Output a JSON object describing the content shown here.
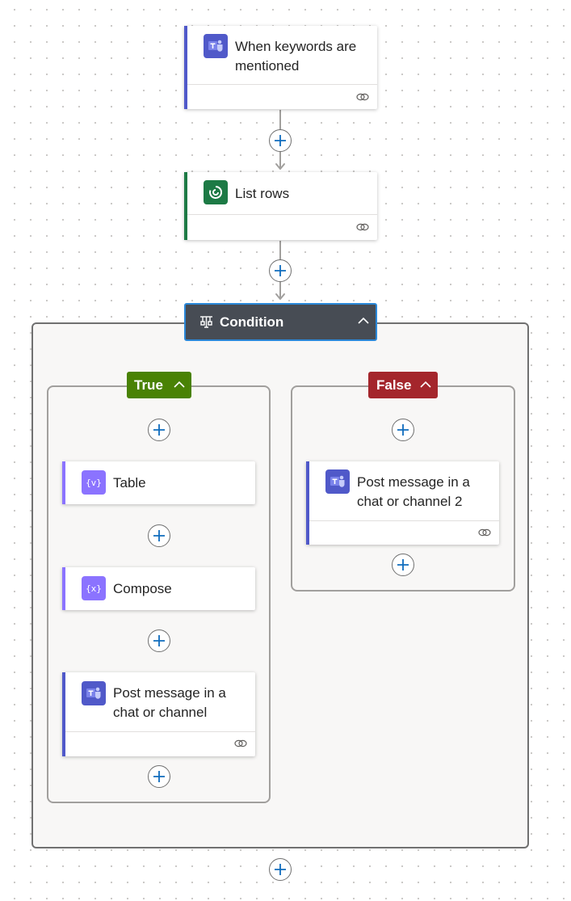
{
  "colors": {
    "teams_purple": "#5059c9",
    "dataverse_green": "#1d7a45",
    "data_op_violet": "#8b73ff",
    "condition_header": "#474c54",
    "condition_border": "#2b88d8",
    "true_green": "#498205",
    "false_red": "#a4262c",
    "add_blue": "#0f6cbd"
  },
  "trigger": {
    "title": "When keywords are mentioned",
    "icon": "teams-icon"
  },
  "list_rows": {
    "title": "List rows",
    "icon": "dataverse-icon"
  },
  "condition": {
    "title": "Condition",
    "icon": "condition-icon"
  },
  "branches": {
    "true": {
      "label": "True",
      "actions": [
        {
          "title": "Table",
          "icon": "data-operation-icon"
        },
        {
          "title": "Compose",
          "icon": "data-operation-icon"
        },
        {
          "title": "Post message in a chat or channel",
          "icon": "teams-icon"
        }
      ]
    },
    "false": {
      "label": "False",
      "actions": [
        {
          "title": "Post message in a chat or channel 2",
          "icon": "teams-icon"
        }
      ]
    }
  }
}
